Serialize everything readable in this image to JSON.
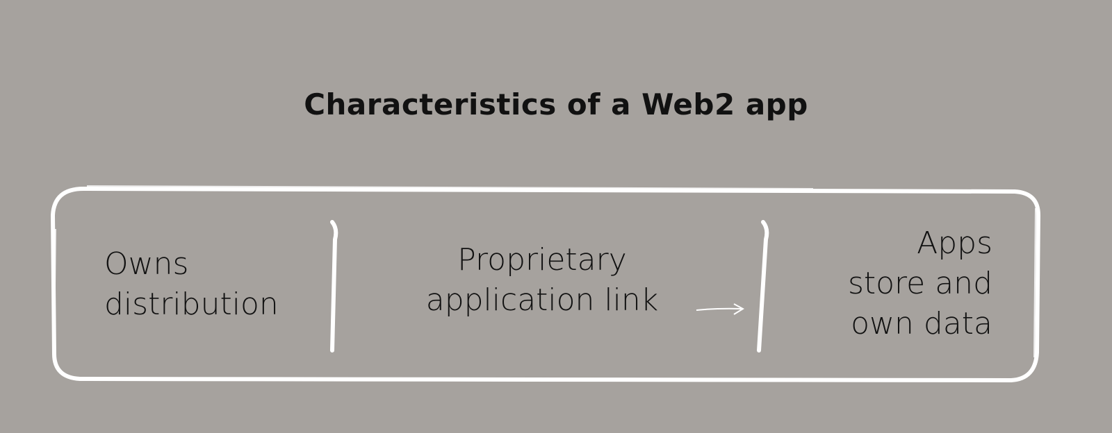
{
  "title": "Characteristics of a Web2 app",
  "items": [
    {
      "line1": "Owns",
      "line2": "distribution"
    },
    {
      "line1": "Proprietary",
      "line2": "application link"
    },
    {
      "line1": "Apps",
      "line2": "store and",
      "line3": "own data"
    }
  ],
  "colors": {
    "background": "#a6a29e",
    "stroke": "#ffffff",
    "text": "#111111"
  }
}
